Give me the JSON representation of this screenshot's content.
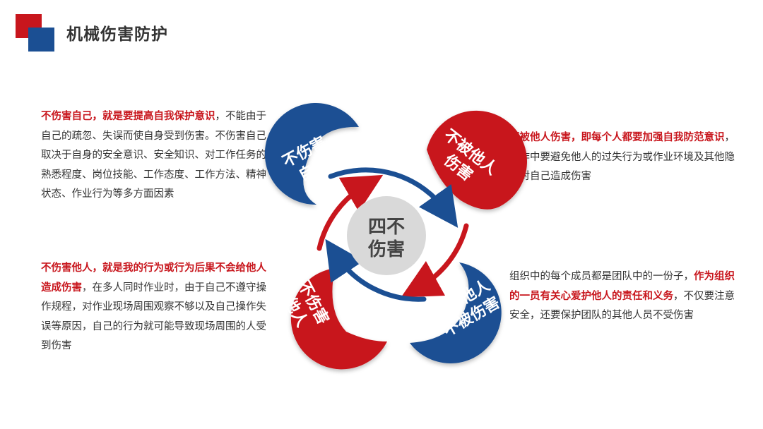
{
  "title": "机械伤害防护",
  "center": {
    "line1": "四不",
    "line2": "伤害"
  },
  "petals": {
    "tl": {
      "line1": "不伤害",
      "line2": "自己"
    },
    "tr": {
      "line1": "不被他人",
      "line2": "伤害"
    },
    "bl": {
      "line1": "不伤害",
      "line2": "他人"
    },
    "br": {
      "line1": "保护他人",
      "line2": "不被伤害"
    }
  },
  "paragraphs": {
    "top_left": {
      "highlight": "不伤害自己，就是要提高自我保护意识",
      "rest": "，不能由于自己的疏忽、失误而使自身受到伤害。不伤害自己取决于自身的安全意识、安全知识、对工作任务的熟悉程度、岗位技能、工作态度、工作方法、精神状态、作业行为等多方面因素"
    },
    "bottom_left": {
      "highlight": "不伤害他人，就是我的行为或行为后果不会给他人造成伤害",
      "rest": "，在多人同时作业时，由于自己不遵守操作规程，对作业现场周围观察不够以及自己操作失误等原因，自己的行为就可能导致现场周围的人受到伤害"
    },
    "top_right": {
      "highlight": "不被他人伤害，即每个人都要加强自我防范意识",
      "rest": "，工作中要避免他人的过失行为或作业环境及其他隐患对自己造成伤害"
    },
    "bottom_right": {
      "prefix": "组织中的每个成员都是团队中的一份子，",
      "highlight": "作为组织的一员有关心爱护他人的责任和义务",
      "rest": "，不仅要注意安全，还要保护团队的其他人员不受伤害"
    }
  },
  "colors": {
    "red": "#c8161d",
    "blue": "#1b4f93",
    "gray": "#d9d9d9",
    "text": "#333333"
  }
}
